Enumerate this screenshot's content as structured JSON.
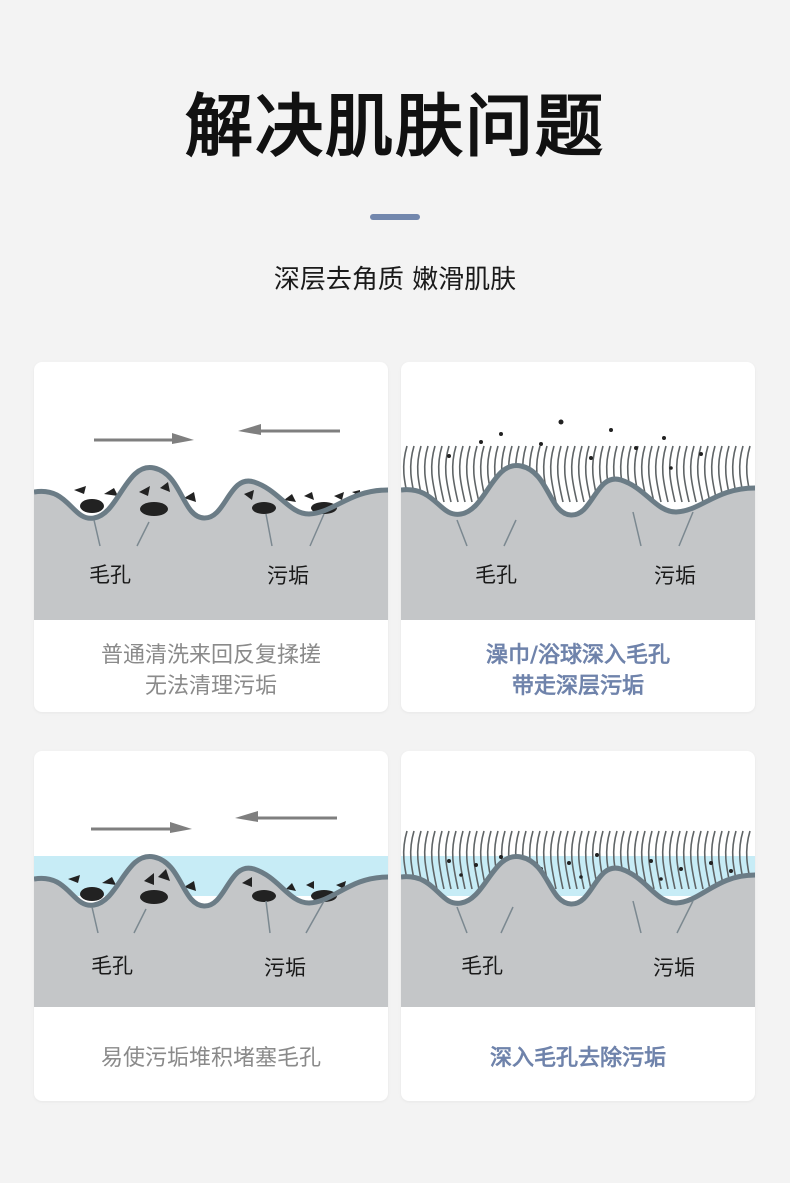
{
  "header": {
    "title": "解决肌肤问题",
    "subtitle": "深层去角质 嫩滑肌肤"
  },
  "colors": {
    "accent": "#7287ad",
    "skin": "#c4c6c8",
    "wave": "#6b7c86",
    "water": "#c7ecf6",
    "caption_blue": "#6f83ab",
    "caption_gray": "#8a8a8a"
  },
  "cards": [
    {
      "label_pore": "毛孔",
      "label_dirt": "污垢",
      "caption_line1": "普通清洗来回反复揉搓",
      "caption_line2": "无法清理污垢"
    },
    {
      "label_pore": "毛孔",
      "label_dirt": "污垢",
      "caption_line1": "澡巾/浴球深入毛孔",
      "caption_line2": "带走深层污垢"
    },
    {
      "label_pore": "毛孔",
      "label_dirt": "污垢",
      "caption_line1": "易使污垢堆积堵塞毛孔"
    },
    {
      "label_pore": "毛孔",
      "label_dirt": "污垢",
      "caption_line1": "深入毛孔去除污垢"
    }
  ]
}
